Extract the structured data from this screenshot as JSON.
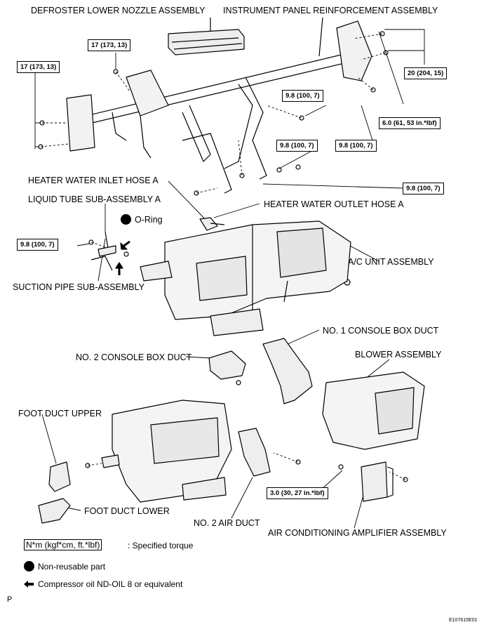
{
  "labels": {
    "defroster": "DEFROSTER LOWER NOZZLE ASSEMBLY",
    "ip_reinforcement": "INSTRUMENT PANEL REINFORCEMENT ASSEMBLY",
    "heater_inlet": "HEATER WATER INLET HOSE A",
    "liquid_tube": "LIQUID TUBE SUB-ASSEMBLY A",
    "heater_outlet": "HEATER WATER OUTLET HOSE A",
    "o_ring": "O-Ring",
    "ac_unit": "A/C UNIT ASSEMBLY",
    "suction_pipe": "SUCTION PIPE SUB-ASSEMBLY",
    "console1": "NO. 1 CONSOLE BOX DUCT",
    "console2": "NO. 2 CONSOLE BOX DUCT",
    "blower": "BLOWER ASSEMBLY",
    "foot_upper": "FOOT DUCT UPPER",
    "foot_lower": "FOOT DUCT LOWER",
    "air_duct2": "NO. 2 AIR DUCT",
    "amplifier": "AIR CONDITIONING AMPLIFIER ASSEMBLY"
  },
  "torques": {
    "t17a": "17 (173, 13)",
    "t17b": "17 (173, 13)",
    "t20": "20 (204, 15)",
    "t6": "6.0 (61, 53 in.*lbf)",
    "t98a": "9.8 (100, 7)",
    "t98b": "9.8 (100, 7)",
    "t98c": "9.8 (100, 7)",
    "t98d": "9.8 (100, 7)",
    "t98e": "9.8 (100, 7)",
    "t3": "3.0 (30, 27 in.*lbf)"
  },
  "legend": {
    "torque_unit": "N*m (kgf*cm, ft.*lbf)",
    "torque_desc": ": Specified torque",
    "nonreusable": "Non-reusable part",
    "oil": "Compressor oil ND-OIL 8 or equivalent"
  },
  "footer": {
    "page_letter": "P",
    "figure_id": "E107615E01"
  }
}
